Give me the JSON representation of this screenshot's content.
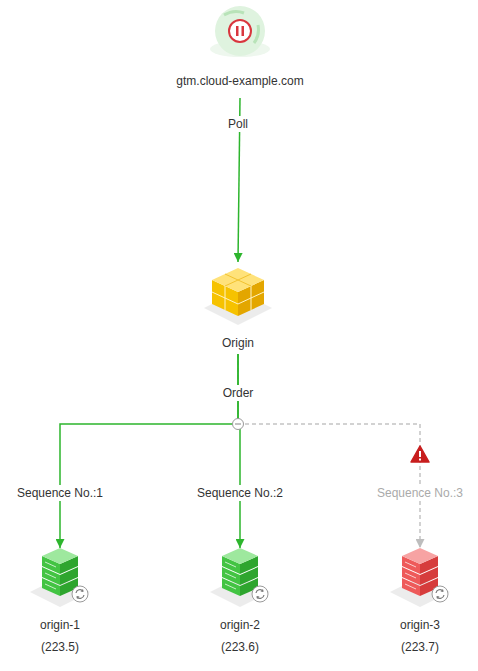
{
  "diagram": {
    "nodes": [
      {
        "text": [
          "gtm.cloud-example.com"
        ]
      },
      {
        "text": [
          "Origin"
        ]
      },
      {
        "text": [
          "origin-1",
          "(223.5)"
        ]
      },
      {
        "text": [
          "origin-2",
          "(223.6)"
        ]
      },
      {
        "text": [
          "origin-3",
          "(223.7)"
        ]
      }
    ],
    "edges": [
      {
        "from": 0,
        "to": 1,
        "arrow": "to",
        "label": "Poll"
      },
      {
        "from": 1,
        "to": 2,
        "arrow": "to",
        "label": "Sequence No.:1"
      },
      {
        "from": 1,
        "to": 3,
        "arrow": "to",
        "label": "Sequence No.:2"
      },
      {
        "from": 1,
        "to": 4,
        "arrow": "to",
        "label": "Sequence No.:3"
      }
    ],
    "labels": [
      "Order"
    ]
  }
}
